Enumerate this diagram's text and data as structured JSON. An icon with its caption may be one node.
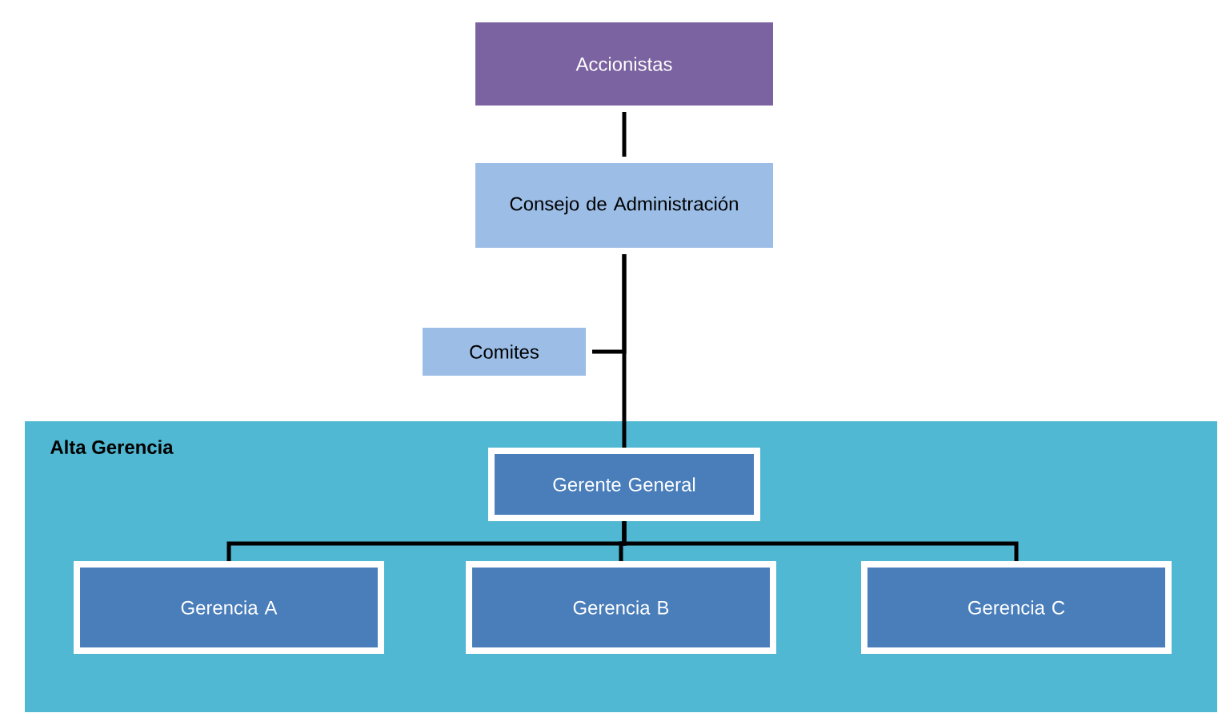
{
  "diagram": {
    "nodes": [
      {
        "text": [
          "Accionistas"
        ]
      },
      {
        "text": [
          "Consejo de Administración"
        ]
      },
      {
        "text": [
          "Comites"
        ]
      },
      {
        "text": [
          "Alta Gerencia"
        ]
      },
      {
        "text": [
          "Gerente General"
        ],
        "in": 3
      },
      {
        "text": [
          "Gerencia A"
        ],
        "in": 3
      },
      {
        "text": [
          "Gerencia B"
        ],
        "in": 3
      },
      {
        "text": [
          "Gerencia C"
        ],
        "in": 3
      }
    ],
    "edges": [
      {
        "from": 0,
        "to": 1,
        "arrow": "none"
      },
      {
        "from": 1,
        "to": 2,
        "arrow": "none"
      },
      {
        "from": 1,
        "to": 4,
        "arrow": "none"
      },
      {
        "from": 4,
        "to": 5,
        "arrow": "none"
      },
      {
        "from": 4,
        "to": 6,
        "arrow": "none"
      },
      {
        "from": 4,
        "to": 7,
        "arrow": "none"
      }
    ]
  }
}
